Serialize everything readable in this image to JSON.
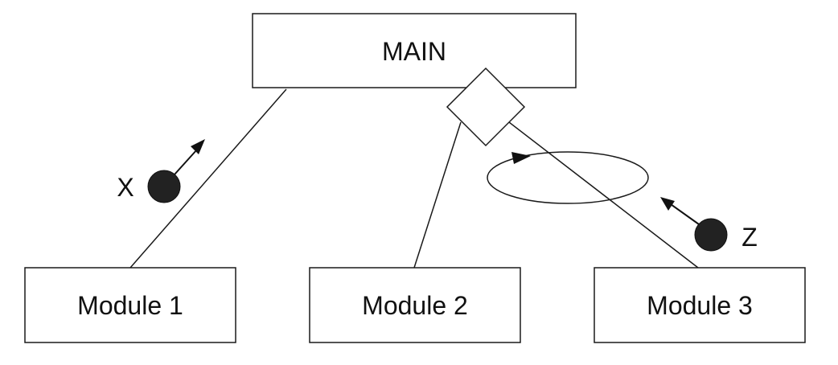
{
  "diagram": {
    "main": {
      "label": "MAIN"
    },
    "modules": [
      {
        "label": "Module 1"
      },
      {
        "label": "Module 2"
      },
      {
        "label": "Module 3"
      }
    ],
    "couples": [
      {
        "label": "X"
      },
      {
        "label": "Z"
      }
    ]
  }
}
